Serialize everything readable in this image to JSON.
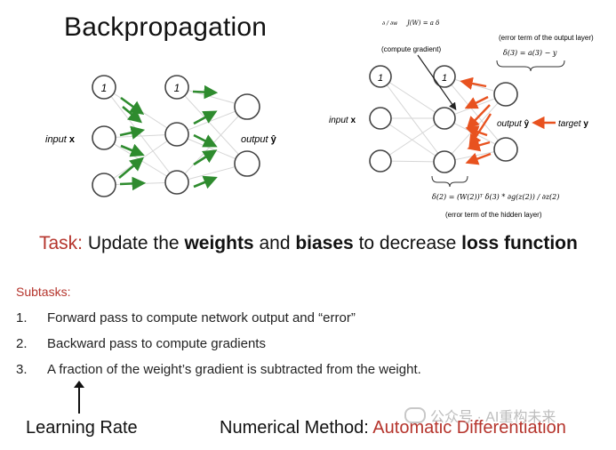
{
  "title": "Backpropagation",
  "left_diagram": {
    "bias_label": "1",
    "input_label": "input",
    "input_var": "x",
    "output_label": "output",
    "output_var": "ŷ"
  },
  "right_diagram": {
    "bias_label": "1",
    "input_label": "input",
    "input_var": "x",
    "output_label": "output",
    "output_var": "ŷ",
    "target_label": "target",
    "target_var": "y",
    "gradient_formula_frac": "∂ / ∂w",
    "gradient_formula_rest": "J(W) = a δ",
    "gradient_caption": "(compute gradient)",
    "output_error_caption": "(error term of the output layer)",
    "output_error_formula": "δ(3) = a(3) − y",
    "hidden_error_formula": "δ(2) = (W(2))ᵀ δ(3) * ∂g(z(2)) / ∂z(2)",
    "hidden_error_caption": "(error term of the hidden layer)"
  },
  "task": {
    "prefix": "Task:",
    "part1": " Update the ",
    "bold1": "weights",
    "part2": " and ",
    "bold2": "biases",
    "part3": " to decrease ",
    "bold3": "loss function"
  },
  "subtasks": {
    "title": "Subtasks:",
    "items": [
      {
        "num": "1.",
        "text": "Forward pass to compute network output and “error”"
      },
      {
        "num": "2.",
        "text": "Backward pass to compute gradients"
      },
      {
        "num": "3.",
        "text": "A fraction of the weight’s gradient is subtracted from the weight."
      }
    ]
  },
  "learning_rate_label": "Learning Rate",
  "numerical_method": {
    "prefix": "Numerical Method: ",
    "value": "Automatic Differentiation"
  },
  "watermark": "公众号 · AI重构未来",
  "colors": {
    "accent_red": "#b5342c",
    "forward_arrow_green": "#2e8b2e",
    "backward_arrow_orange": "#e8521f"
  }
}
